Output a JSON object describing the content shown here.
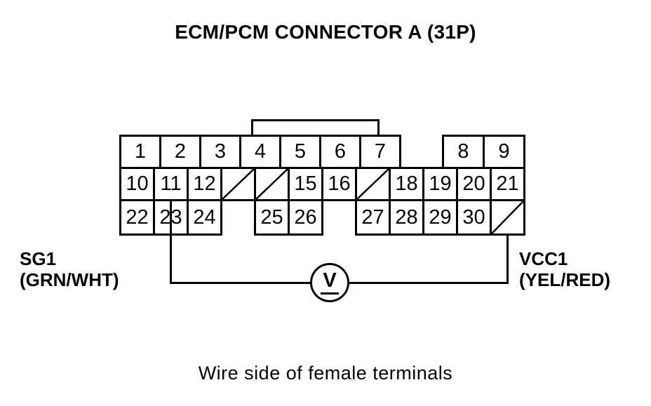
{
  "title": "ECM/PCM CONNECTOR A (31P)",
  "caption": "Wire side of female terminals",
  "labels": {
    "left_signal": "SG1",
    "left_wire_color": "(GRN/WHT)",
    "right_signal": "VCC1",
    "right_wire_color": "(YEL/RED)"
  },
  "meter": {
    "symbol": "V"
  },
  "connector": {
    "blocked": "X",
    "rows": {
      "top_left": [
        "1",
        "2",
        "3",
        "4",
        "5",
        "6",
        "7"
      ],
      "top_right": [
        "8",
        "9"
      ],
      "middle": [
        "10",
        "11",
        "12",
        "X",
        "X",
        "15",
        "16",
        "X",
        "18",
        "19",
        "20",
        "21"
      ],
      "bottom_left": [
        "22",
        "23",
        "24"
      ],
      "bottom_mid": [
        "25",
        "26"
      ],
      "bottom_right": [
        "27",
        "28",
        "29",
        "30",
        "X"
      ]
    }
  }
}
